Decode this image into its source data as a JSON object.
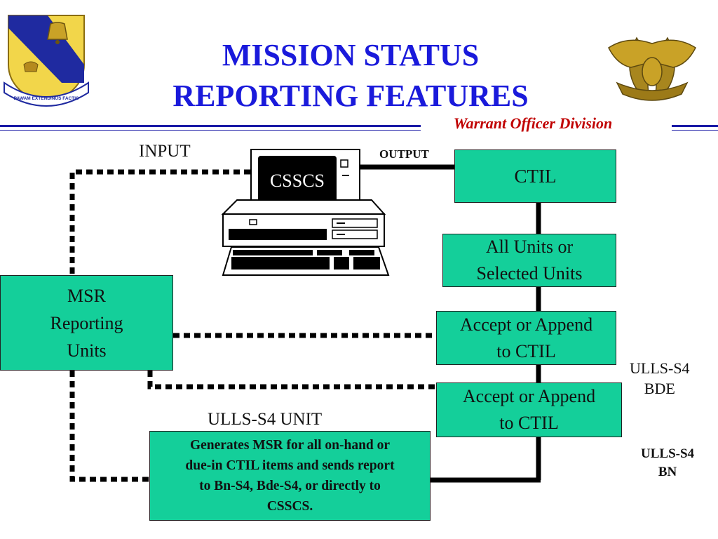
{
  "header": {
    "title_line1": "MISSION STATUS",
    "title_line2": "REPORTING FEATURES",
    "division": "Warrant Officer Division",
    "crest_motto": "PAWAM EXTENDINUS FACTIS"
  },
  "computer": {
    "screen_label": "CSSCS"
  },
  "labels": {
    "input": "INPUT",
    "output": "OUTPUT",
    "ulls_unit": "ULLS-S4 UNIT",
    "ulls_bde_1": "ULLS-S4",
    "ulls_bde_2": "BDE",
    "ulls_bn_1": "ULLS-S4",
    "ulls_bn_2": "BN"
  },
  "boxes": {
    "ctil": "CTIL",
    "units_1": "All Units or",
    "units_2": "Selected Units",
    "accept1_1": "Accept or Append",
    "accept1_2": "to CTIL",
    "accept2_1": "Accept or Append",
    "accept2_2": "to CTIL",
    "msr_1": "MSR",
    "msr_2": "Reporting",
    "msr_3": "Units",
    "generates_1": "Generates MSR for all on-hand or",
    "generates_2": "due-in CTIL items and sends report",
    "generates_3": "to Bn-S4, Bde-S4, or directly to",
    "generates_4": "CSSCS."
  },
  "colors": {
    "title": "#1a1adb",
    "division": "#c00000",
    "box_fill": "#14cf9a",
    "rule": "#1a1aa6"
  }
}
